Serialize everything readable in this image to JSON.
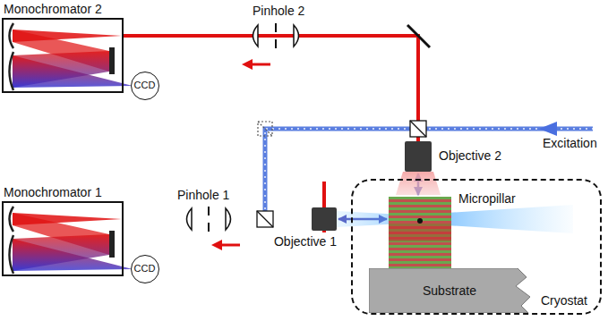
{
  "diagram": {
    "nodes": [
      {
        "text": [
          "Monochromator 2"
        ]
      },
      {
        "text": [
          "CCD"
        ]
      },
      {
        "text": [
          "Objective 2"
        ]
      },
      {
        "text": [
          "Monochromator 1"
        ]
      },
      {
        "text": [
          "CCD"
        ]
      },
      {
        "text": [
          "Objective 1"
        ]
      },
      {
        "text": [
          "Cryostat"
        ]
      },
      {
        "text": [
          "Micropillar"
        ],
        "in": 6
      },
      {
        "text": [
          "Substrate"
        ],
        "in": 6
      }
    ],
    "edges": [
      {
        "from": 5,
        "to": 3,
        "arrow": "none"
      },
      {
        "from": 2,
        "to": 0,
        "arrow": "none"
      },
      {
        "from": 5,
        "to": 7,
        "arrow": "both"
      },
      {
        "from": 2,
        "to": 7,
        "arrow": "both"
      }
    ],
    "labels": [
      "Pinhole 2",
      "Excitation",
      "Pinhole 1"
    ]
  }
}
